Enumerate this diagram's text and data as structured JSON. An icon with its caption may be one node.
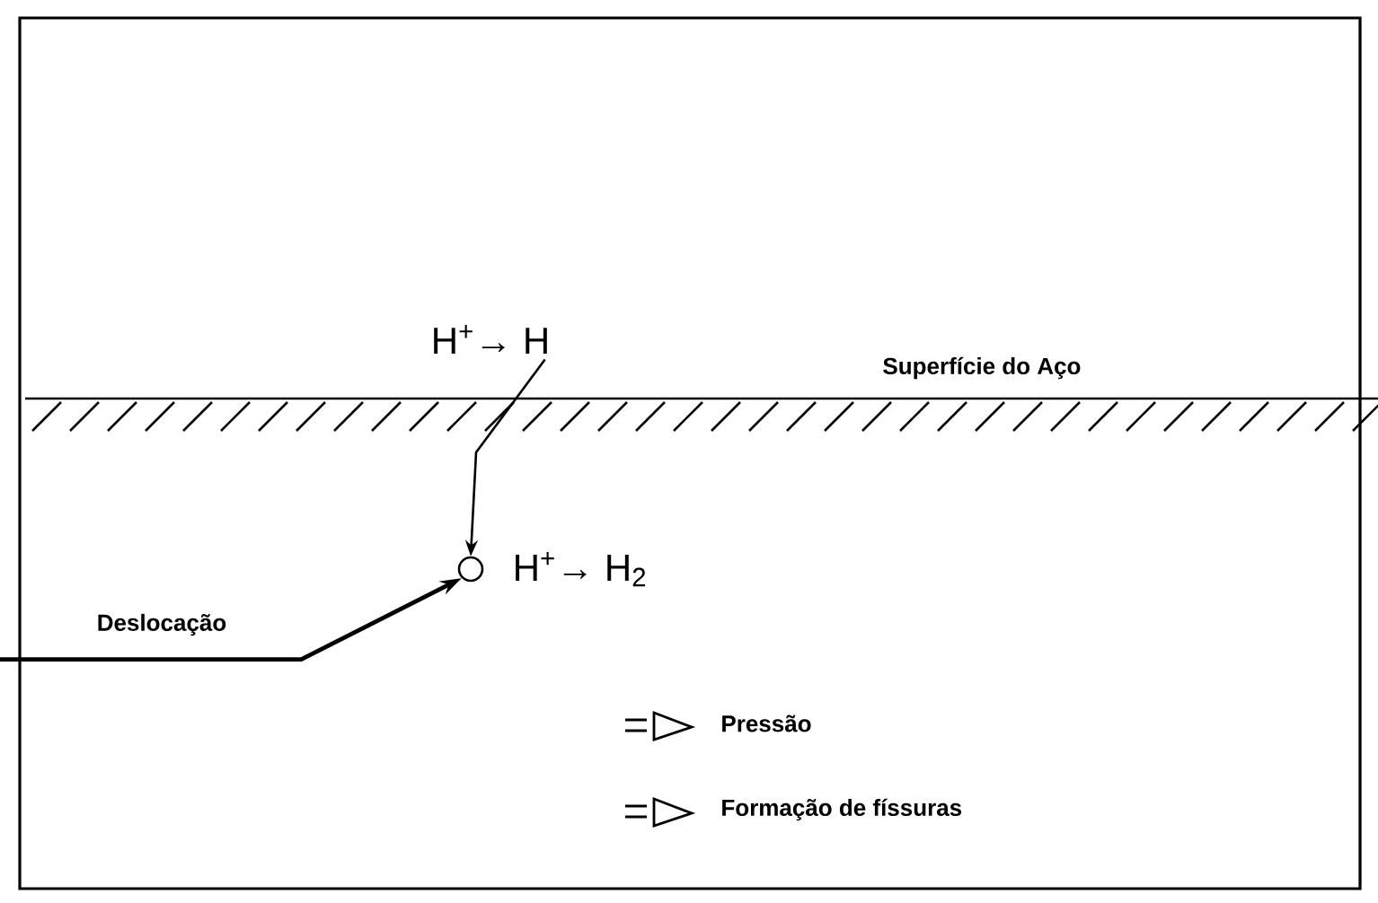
{
  "diagram": {
    "nodes": [
      {
        "text": [
          "H$^{+}$→ H"
        ]
      },
      {
        "text": [],
        "shape": "circle",
        "beside": [
          "H$^{+}$→ H$_{2}$"
        ]
      },
      {
        "text": [
          "Deslocação"
        ]
      }
    ],
    "edges": [
      {
        "from": 0,
        "to": 1,
        "arrow": "to"
      },
      {
        "from": 2,
        "to": 1,
        "arrow": "to"
      }
    ],
    "labels": [
      "Superfície do Aço",
      "Pressão",
      "Formação de físsuras"
    ]
  }
}
